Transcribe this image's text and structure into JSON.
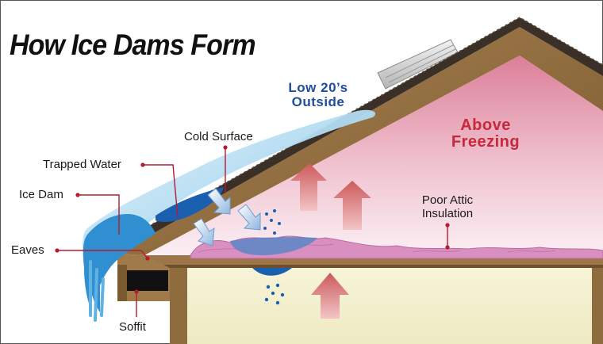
{
  "title": "How Ice Dams Form",
  "labels": {
    "outside_temp_line1": "Low 20’s",
    "outside_temp_line2": "Outside",
    "attic_temp_line1": "Above",
    "attic_temp_line2": "Freezing",
    "cold_surface": "Cold Surface",
    "trapped_water": "Trapped Water",
    "ice_dam": "Ice Dam",
    "eaves": "Eaves",
    "soffit": "Soffit",
    "insulation_line1": "Poor Attic",
    "insulation_line2": "Insulation"
  },
  "colors": {
    "roof_wood": "#8a6a3c",
    "shingle": "#3a3028",
    "attic_warm": "#e7a9bb",
    "insulation": "#d98fbf",
    "snow_ice": "#9fd3ee",
    "water": "#1b5fb0",
    "wall": "#f4f1cf",
    "heat_arrow": "#d9716f",
    "callout_line": "#b31c2e",
    "outside_text": "#1f4e9c",
    "attic_text": "#c8283c"
  }
}
